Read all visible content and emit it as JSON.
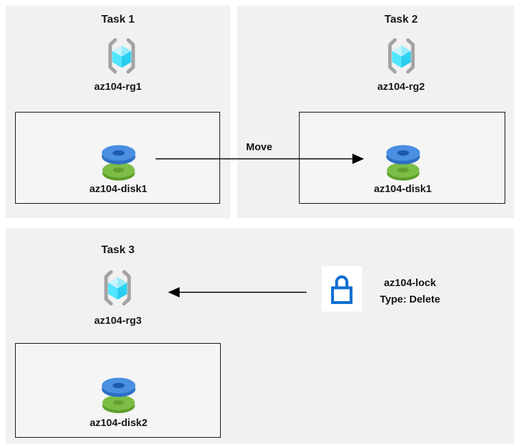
{
  "diagram": {
    "tasks": [
      {
        "title": "Task 1",
        "resource_group": "az104-rg1",
        "disk": "az104-disk1"
      },
      {
        "title": "Task 2",
        "resource_group": "az104-rg2",
        "disk": "az104-disk1"
      },
      {
        "title": "Task 3",
        "resource_group": "az104-rg3",
        "disk": "az104-disk2"
      }
    ],
    "move_arrow_label": "Move",
    "lock": {
      "name": "az104-lock",
      "type": "Type: Delete"
    }
  },
  "icons": {
    "resource_group": "azure-resource-group-icon",
    "disk": "azure-managed-disk-icon",
    "lock": "azure-lock-icon"
  },
  "colors": {
    "panel_background": "#f1f1f1",
    "box_background": "#f5f5f5",
    "box_border": "#111111",
    "text": "#171717",
    "cube_light": "#c9f3fd",
    "cube_mid_light": "#96ebfb",
    "cube_bright": "#50e6ff",
    "cube_dark": "#2bd2f3",
    "bracket_gray": "#a3a3a3",
    "disk_blue_top": "#4a8fe2",
    "disk_blue_rim": "#2d6fc6",
    "disk_blue_hole": "#1d5ab0",
    "disk_green_top": "#7cbd45",
    "disk_green_rim": "#5f9e2c",
    "disk_green_hole": "#639f33",
    "lock_blue": "#0e6fd2"
  }
}
